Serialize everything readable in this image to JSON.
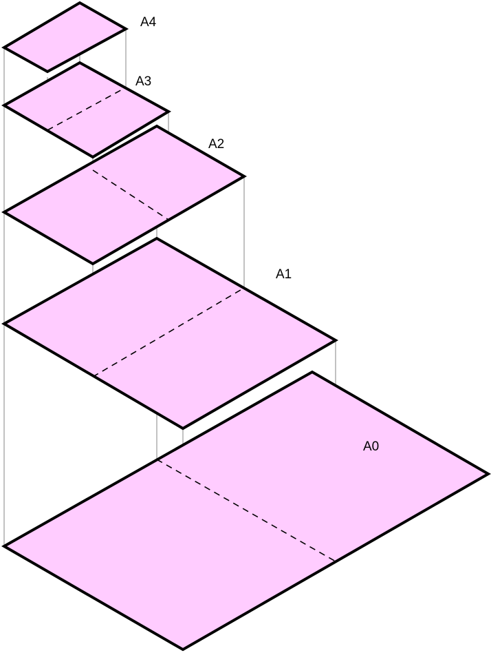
{
  "sheet_fill": "#ffccff",
  "edge_color": "#000000",
  "fold_line_color": "#000000",
  "projection_line_color": "#a0a0a0",
  "sheets": [
    {
      "label": "A0"
    },
    {
      "label": "A1"
    },
    {
      "label": "A2"
    },
    {
      "label": "A3"
    },
    {
      "label": "A4"
    }
  ]
}
